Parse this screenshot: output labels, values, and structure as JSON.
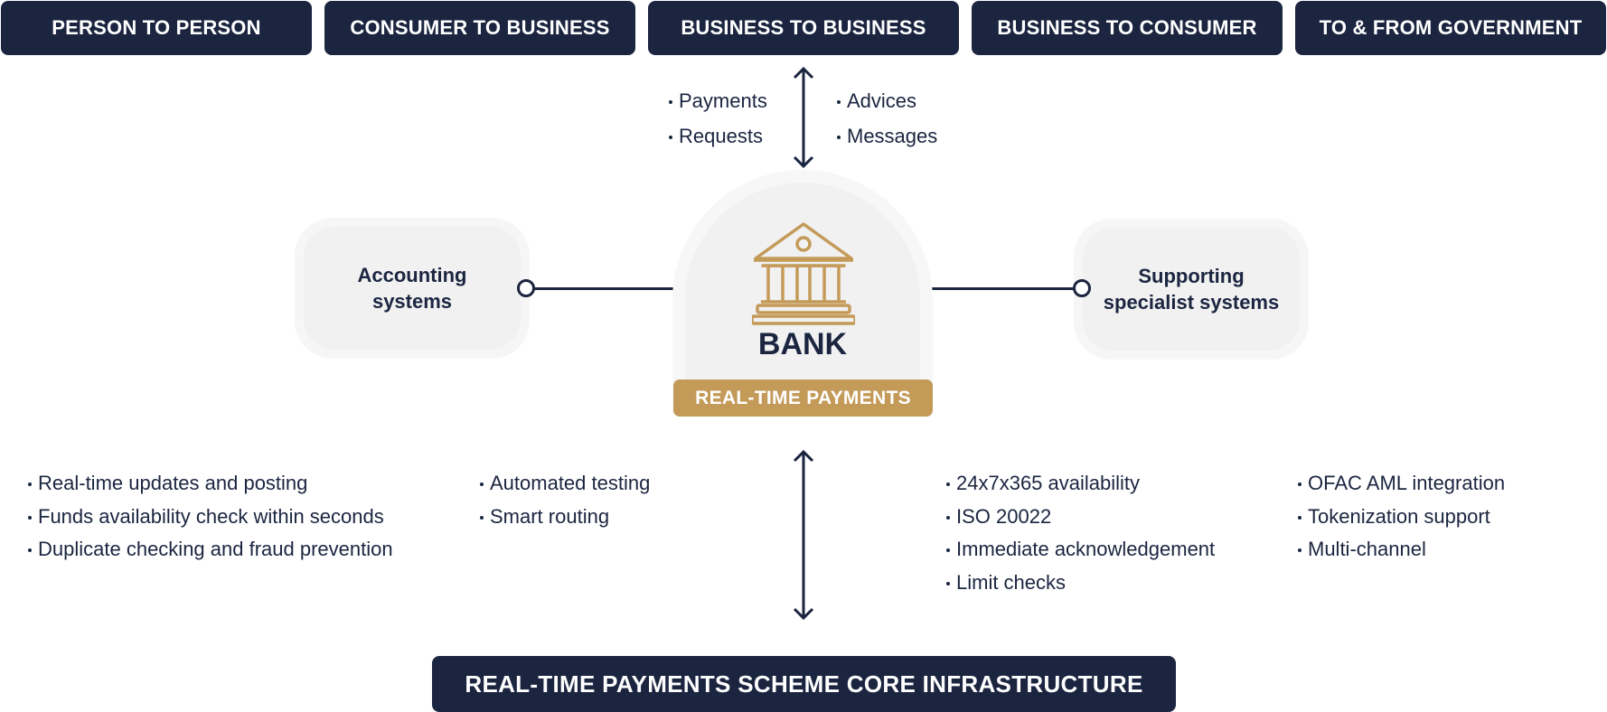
{
  "top_tabs": [
    "PERSON TO PERSON",
    "CONSUMER TO BUSINESS",
    "BUSINESS TO BUSINESS",
    "BUSINESS TO CONSUMER",
    "TO & FROM GOVERNMENT"
  ],
  "flow_top": {
    "left_items": [
      "Payments",
      "Requests"
    ],
    "right_items": [
      "Advices",
      "Messages"
    ]
  },
  "bank": {
    "label": "BANK",
    "badge": "REAL-TIME PAYMENTS",
    "icon": "bank-building-icon"
  },
  "accounting": {
    "label": "Accounting\nsystems"
  },
  "specialist": {
    "label": "Supporting\nspecialist systems"
  },
  "features": {
    "col1": [
      "Real-time updates and posting",
      "Funds availability check within seconds",
      "Duplicate checking and fraud prevention"
    ],
    "col2": [
      "Automated testing",
      "Smart routing"
    ],
    "col3": [
      "24x7x365 availability",
      "ISO 20022",
      "Immediate acknowledgement",
      "Limit checks"
    ],
    "col4": [
      "OFAC AML integration",
      "Tokenization support",
      "Multi-channel"
    ]
  },
  "core": {
    "label": "REAL-TIME PAYMENTS SCHEME CORE INFRASTRUCTURE"
  },
  "colors": {
    "navy": "#1b2540",
    "gold": "#c49a59",
    "panel": "#f1f1f1"
  }
}
